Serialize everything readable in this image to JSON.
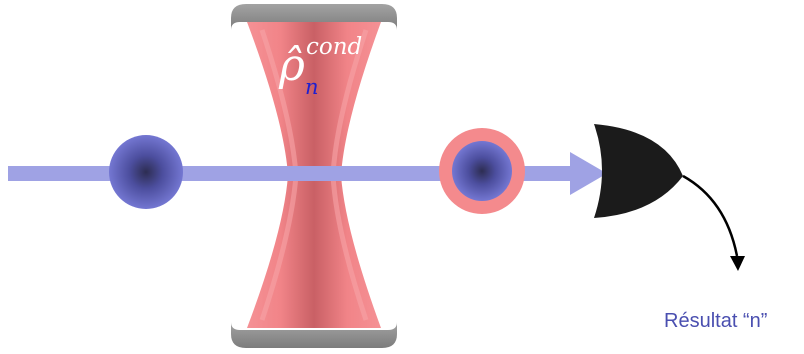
{
  "cavity": {
    "field_symbol": "ρ̂",
    "field_superscript": "cond",
    "field_subscript": "n"
  },
  "detector": {
    "result_label": "Résultat “n”"
  },
  "colors": {
    "beam": "#9fa2e4",
    "atom": "#6f72cf",
    "atom_core": "#2d2d52",
    "field": "#f58c8f",
    "field_dark": "#b85559",
    "mirror": "#8c8c8c",
    "detector": "#1b1b1b"
  }
}
